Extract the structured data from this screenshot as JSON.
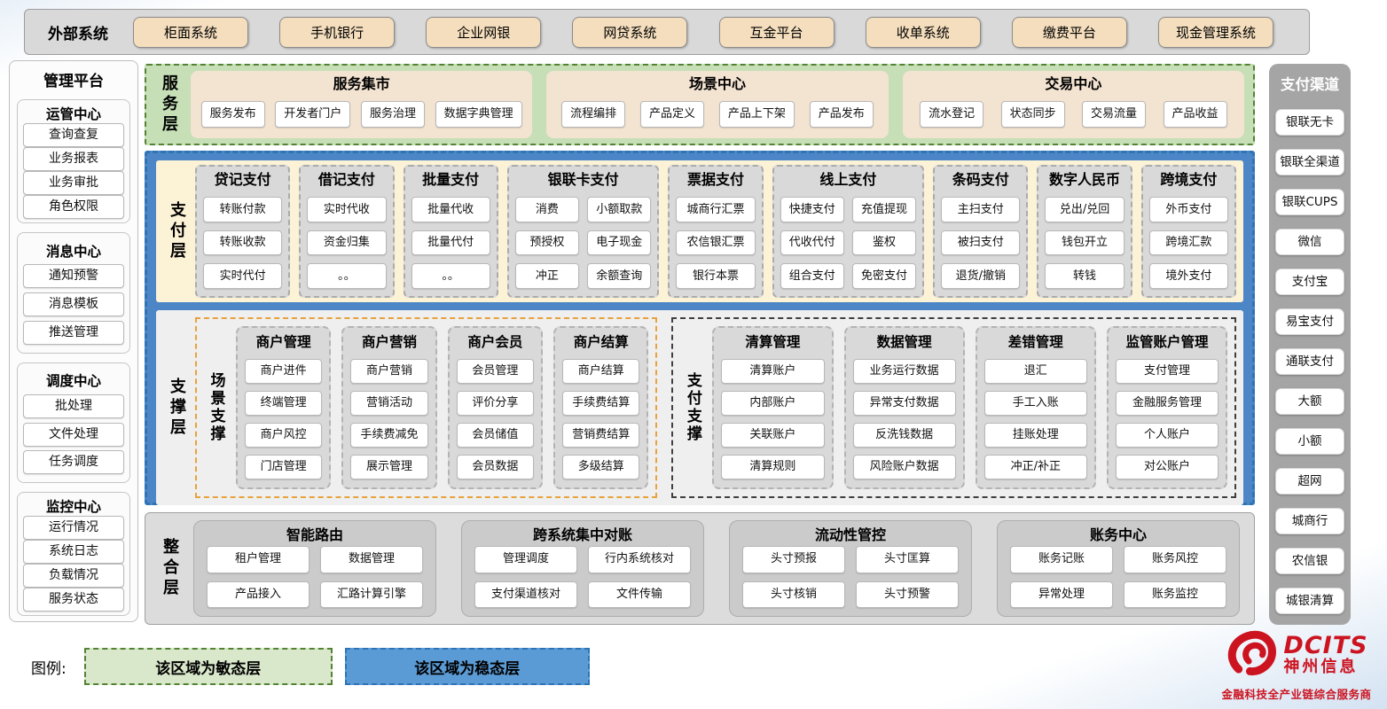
{
  "external_systems": {
    "title": "外部系统",
    "items": [
      "柜面系统",
      "手机银行",
      "企业网银",
      "网贷系统",
      "互金平台",
      "收单系统",
      "缴费平台",
      "现金管理系统"
    ]
  },
  "management_platform": {
    "title": "管理平台",
    "groups": [
      {
        "title": "运管中心",
        "items": [
          "查询查复",
          "业务报表",
          "业务审批",
          "角色权限"
        ]
      },
      {
        "title": "消息中心",
        "items": [
          "通知预警",
          "消息模板",
          "推送管理"
        ]
      },
      {
        "title": "调度中心",
        "items": [
          "批处理",
          "文件处理",
          "任务调度"
        ]
      },
      {
        "title": "监控中心",
        "items": [
          "运行情况",
          "系统日志",
          "负载情况",
          "服务状态"
        ]
      }
    ]
  },
  "service_layer": {
    "label": "服务层",
    "groups": [
      {
        "title": "服务集市",
        "items": [
          "服务发布",
          "开发者门户",
          "服务治理",
          "数据字典管理"
        ]
      },
      {
        "title": "场景中心",
        "items": [
          "流程编排",
          "产品定义",
          "产品上下架",
          "产品发布"
        ]
      },
      {
        "title": "交易中心",
        "items": [
          "流水登记",
          "状态同步",
          "交易流量",
          "产品收益"
        ]
      }
    ]
  },
  "payment_layer": {
    "label": "支付层",
    "columns": [
      {
        "title": "贷记支付",
        "cols": 1,
        "items": [
          "转账付款",
          "转账收款",
          "实时代付"
        ]
      },
      {
        "title": "借记支付",
        "cols": 1,
        "items": [
          "实时代收",
          "资金归集",
          "。。"
        ]
      },
      {
        "title": "批量支付",
        "cols": 1,
        "items": [
          "批量代收",
          "批量代付",
          "。。"
        ]
      },
      {
        "title": "银联卡支付",
        "cols": 2,
        "items": [
          "消费",
          "小额取款",
          "预授权",
          "电子现金",
          "冲正",
          "余额查询"
        ]
      },
      {
        "title": "票据支付",
        "cols": 1,
        "items": [
          "城商行汇票",
          "农信银汇票",
          "银行本票"
        ]
      },
      {
        "title": "线上支付",
        "cols": 2,
        "items": [
          "快捷支付",
          "充值提现",
          "代收代付",
          "鉴权",
          "组合支付",
          "免密支付"
        ]
      },
      {
        "title": "条码支付",
        "cols": 1,
        "items": [
          "主扫支付",
          "被扫支付",
          "退货/撤销"
        ]
      },
      {
        "title": "数字人民币",
        "cols": 1,
        "items": [
          "兑出/兑回",
          "钱包开立",
          "转钱"
        ]
      },
      {
        "title": "跨境支付",
        "cols": 1,
        "items": [
          "外币支付",
          "跨境汇款",
          "境外支付"
        ]
      }
    ]
  },
  "support_layer": {
    "label": "支撑层",
    "sections": [
      {
        "label": "场景支撑",
        "kind": "scene",
        "columns": [
          {
            "title": "商户管理",
            "items": [
              "商户进件",
              "终端管理",
              "商户风控",
              "门店管理"
            ]
          },
          {
            "title": "商户营销",
            "items": [
              "商户营销",
              "营销活动",
              "手续费减免",
              "展示管理"
            ]
          },
          {
            "title": "商户会员",
            "items": [
              "会员管理",
              "评价分享",
              "会员储值",
              "会员数据"
            ]
          },
          {
            "title": "商户结算",
            "items": [
              "商户结算",
              "手续费结算",
              "营销费结算",
              "多级结算"
            ]
          }
        ]
      },
      {
        "label": "支付支撑",
        "kind": "payment",
        "columns": [
          {
            "title": "清算管理",
            "items": [
              "清算账户",
              "内部账户",
              "关联账户",
              "清算规则"
            ]
          },
          {
            "title": "数据管理",
            "items": [
              "业务运行数据",
              "异常支付数据",
              "反洗钱数据",
              "风险账户数据"
            ]
          },
          {
            "title": "差错管理",
            "items": [
              "退汇",
              "手工入账",
              "挂账处理",
              "冲正/补正"
            ]
          },
          {
            "title": "监管账户管理",
            "items": [
              "支付管理",
              "金融服务管理",
              "个人账户",
              "对公账户"
            ]
          }
        ]
      }
    ]
  },
  "integration_layer": {
    "label": "整合层",
    "groups": [
      {
        "title": "智能路由",
        "items": [
          "租户管理",
          "数据管理",
          "产品接入",
          "汇路计算引擎"
        ]
      },
      {
        "title": "跨系统集中对账",
        "items": [
          "管理调度",
          "行内系统核对",
          "支付渠道核对",
          "文件传输"
        ]
      },
      {
        "title": "流动性管控",
        "items": [
          "头寸预报",
          "头寸匡算",
          "头寸核销",
          "头寸预警"
        ]
      },
      {
        "title": "账务中心",
        "items": [
          "账务记账",
          "账务风控",
          "异常处理",
          "账务监控"
        ]
      }
    ]
  },
  "payment_channels": {
    "title": "支付渠道",
    "items": [
      "银联无卡",
      "银联全渠道",
      "银联CUPS",
      "微信",
      "支付宝",
      "易宝支付",
      "通联支付",
      "大额",
      "小额",
      "超网",
      "城商行",
      "农信银",
      "城银清算"
    ]
  },
  "legend": {
    "label": "图例:",
    "agile": "该区域为敏态层",
    "stable": "该区域为稳态层",
    "agile_color": "#d9e8cb",
    "agile_border": "#548235",
    "stable_color": "#5b9bd5",
    "stable_border": "#2e74b5"
  },
  "logo": {
    "en": "DCITS",
    "cn": "神州信息",
    "tagline": "金融科技全产业链综合服务商",
    "color": "#cc1420"
  }
}
